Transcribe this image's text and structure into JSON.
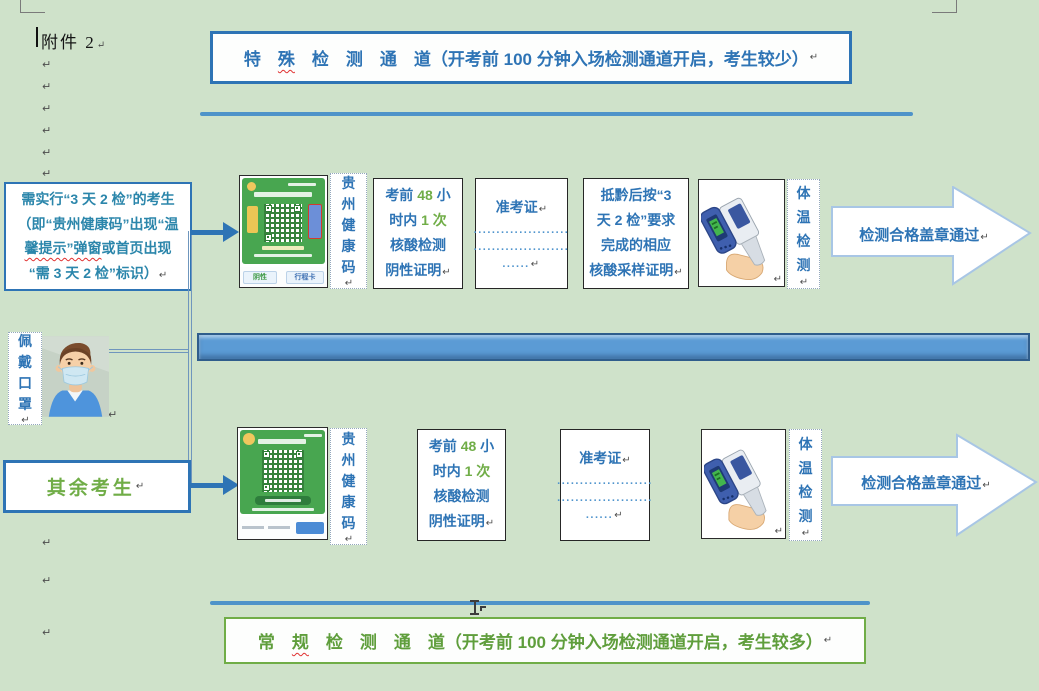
{
  "colors": {
    "background": "#cfe2ca",
    "accent_blue": "#2E74B5",
    "teal_blue_text": "#2b86ab",
    "green_text": "#70AD47",
    "title_green": "#5f9e3c",
    "rule_blue": "#4e93c9",
    "bar_fill": "#5b9bd5",
    "arrow_outline": "#a8c6e5",
    "health_card_green": "#48a650"
  },
  "page": {
    "attachment_label": "附件 2",
    "pilcrow": "↵"
  },
  "titles": {
    "special": {
      "pre": "特　",
      "misspell": "殊",
      "rest": "　检　测　通　道（开考前 100 分钟入场检测通道开启，考生较少）"
    },
    "regular": {
      "pre": "常　",
      "misspell": "规",
      "rest": "　检　测　通　道（开考前 100 分钟入场检测通道开启，考生较多）"
    }
  },
  "left_column": {
    "three_day_box": {
      "line1": "需实行“3 天 2 检”的考生",
      "line2": "（即“贵州健康码”出现“温",
      "line3_flagged": "馨提示”弹窗",
      "line3_rest": "或首页出现",
      "line4": "“需 3 天 2 检”标识）"
    },
    "mask_label": "佩戴口罩",
    "others_label": "其余考生"
  },
  "steps": {
    "health_code_label": "贵州健康码",
    "health_code_chips": {
      "negative": "阴性",
      "trip": "行程卡"
    },
    "nucleic_cert": {
      "l1a": "考前 ",
      "l1b": "48",
      "l1c": " 小",
      "l2a": "时内 ",
      "l2b": "1 次",
      "l3": "核酸检测",
      "l4": "阴性证明"
    },
    "admission_ticket": {
      "title": "准考证",
      "dots_long": ".....................",
      "dots_short": "......"
    },
    "sampling_cert": {
      "l1": "抵黔后按“3",
      "l2": "天 2 检”要求",
      "l3": "完成的相应",
      "l4": "核酸采样证明"
    },
    "temperature_label": "体温检测",
    "pass_label": "检测合格盖章通过"
  }
}
